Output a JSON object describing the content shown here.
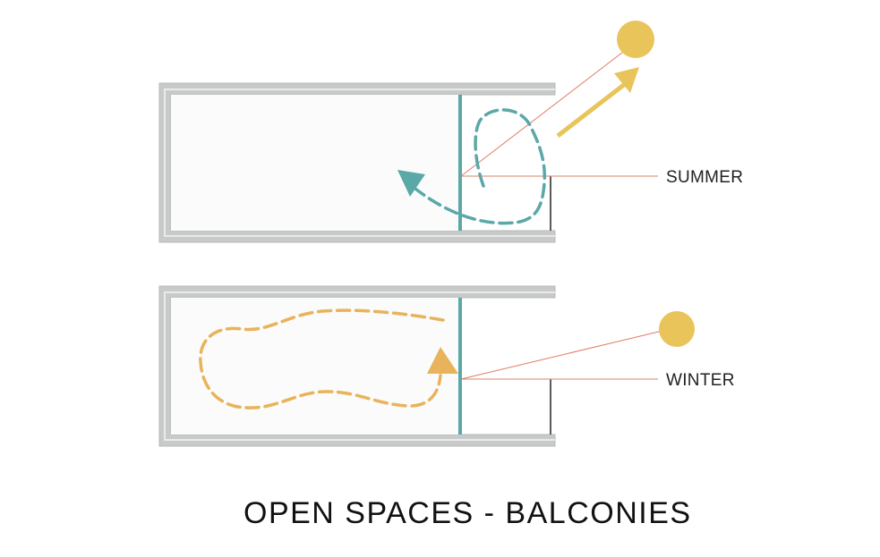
{
  "title": "OPEN SPACES - BALCONIES",
  "panels": [
    {
      "id": "summer",
      "label": "SUMMER"
    },
    {
      "id": "winter",
      "label": "WINTER"
    }
  ],
  "colors": {
    "wall_outer": "#c8c9c9",
    "wall_inner": "#f7f7f7",
    "room_fill": "#fbfbfb",
    "glass": "#5aa8a8",
    "summer_flow": "#5aa8a8",
    "winter_flow": "#e8b35a",
    "sun": "#e8c45a",
    "sun_arrow": "#e8c45a",
    "sun_ray": "#e07b63",
    "leader_line": "#d9826a",
    "text": "#222222"
  },
  "icons": {
    "sun": "sun-icon",
    "airflow": "airflow-arrow-icon",
    "sun_reflection": "reflection-arrow-icon"
  }
}
